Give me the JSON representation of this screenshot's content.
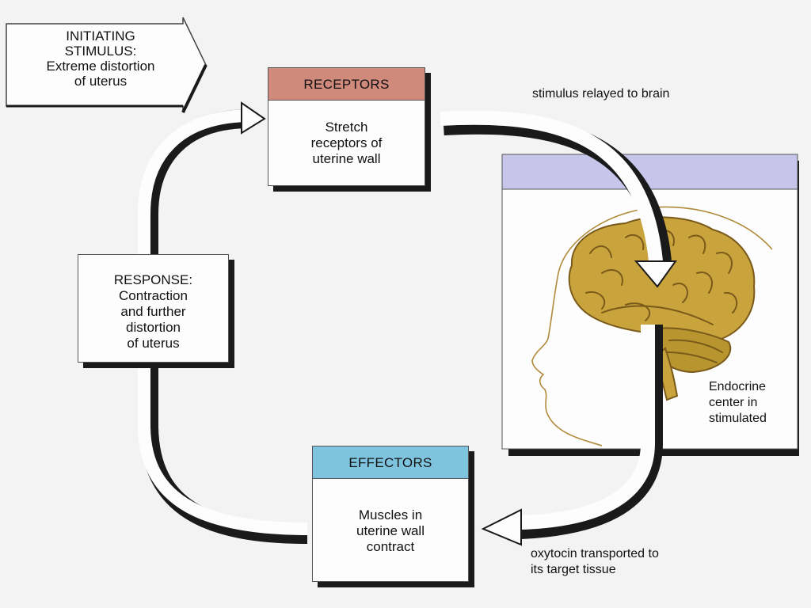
{
  "stimulus": {
    "lines": [
      "INITIATING",
      "STIMULUS:",
      "Extreme distortion",
      "of uterus"
    ]
  },
  "receptors": {
    "header": "RECEPTORS",
    "lines": [
      "Stretch",
      "receptors of",
      "uterine wall"
    ]
  },
  "effectors": {
    "header": "EFFECTORS",
    "lines": [
      "Muscles in",
      "uterine wall",
      "contract"
    ]
  },
  "response": {
    "lines": [
      "RESPONSE:",
      "Contraction",
      "and further",
      "distortion",
      "of uterus"
    ]
  },
  "labels": {
    "relay": "stimulus relayed to brain",
    "oxytocin": [
      "oxytocin transported to",
      "its target tissue"
    ],
    "endocrine": [
      "Endocrine",
      "center in",
      "stimulated"
    ]
  },
  "colors": {
    "receptors_header": "#d08a7b",
    "effectors_header": "#7fc4df",
    "brain_panel_header": "#c7c6ea",
    "brain": "#c9a43c"
  }
}
